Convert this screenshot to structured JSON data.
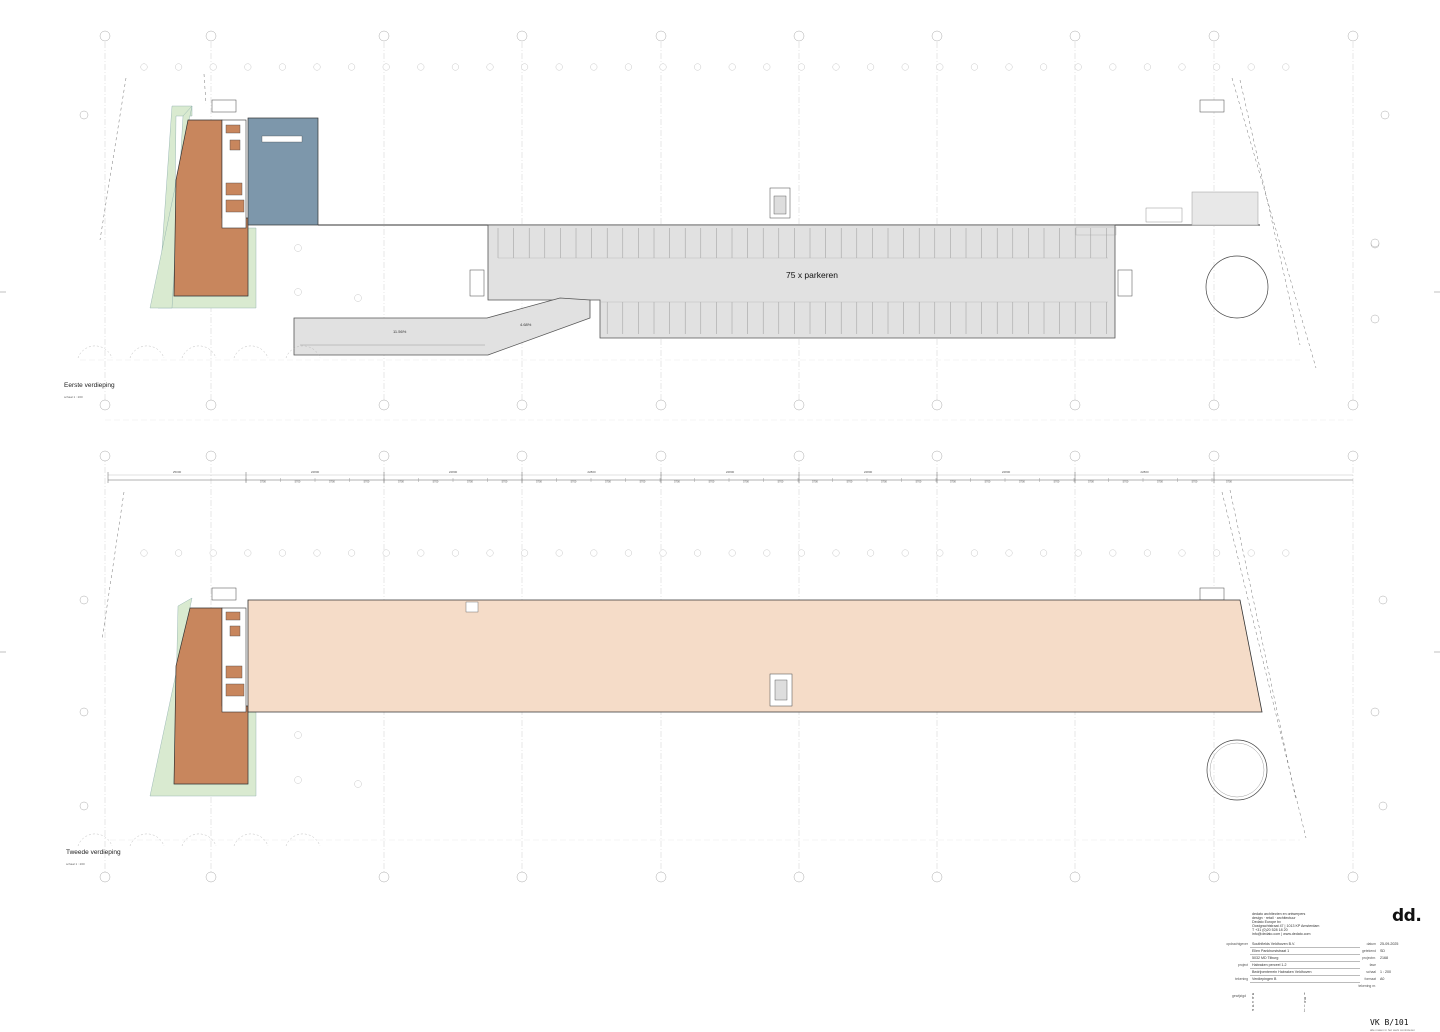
{
  "plans": [
    {
      "title": "Eerste verdieping",
      "scale": "schaal 1 : 200"
    },
    {
      "title": "Tweede verdieping",
      "scale": "schaal 1 : 200"
    }
  ],
  "parking": {
    "label": "75 x parkeren",
    "ramp_slope_1": "11.56%",
    "ramp_slope_2": "4.68%"
  },
  "dimensions": {
    "overall": [
      "25000",
      "22800",
      "22800",
      "22800",
      "22800",
      "22800",
      "22800",
      "22800"
    ],
    "module": "5700"
  },
  "colors": {
    "office": "#c8865d",
    "storage_blue": "#7d97ab",
    "parking_grey": "#e1e1e1",
    "hall_pink": "#f5dcc8",
    "green_strip": "#d9ead0",
    "grid_line": "#cfcfcf"
  },
  "titleblock": {
    "logo": "dd.",
    "firm_lines": [
      "dedato architecten en ontwerpers",
      "design · retail · architectuur",
      "Dedato Europe bv",
      "Oostgrachtstraat 47 | 1013 KP Amsterdam",
      "T +31 (0)20 528 18 20",
      "info@dedato.com | www.dedato.com"
    ],
    "rows": [
      {
        "key": "opdrachtgever",
        "value": "Southfields Veldhoven B.V."
      },
      {
        "key": "",
        "value": "Ellen Pankhurststraat 1"
      },
      {
        "key": "",
        "value": "5032 MD Tilburg"
      },
      {
        "key": "project",
        "value": "Habraken perceel 1-2"
      },
      {
        "key": "",
        "value": "Bedrijventerrein Habraken Veldhoven"
      },
      {
        "key": "tekening",
        "value": "Verdiepingen B"
      }
    ],
    "meta": [
      {
        "key": "datum",
        "value": "25-09-2025"
      },
      {
        "key": "getekend",
        "value": "SD"
      },
      {
        "key": "projectnr.",
        "value": "2168"
      },
      {
        "key": "fase",
        "value": ""
      },
      {
        "key": "schaal",
        "value": "1 : 200"
      },
      {
        "key": "formaat",
        "value": "A0"
      },
      {
        "key": "tekening nr.",
        "value": ""
      }
    ],
    "revision_key": "gewijzigd",
    "revisions": [
      "a",
      "b",
      "c",
      "d",
      "e",
      "f",
      "g",
      "h",
      "i",
      "j"
    ],
    "sheet_number": "VK B/101",
    "disclaimer": "alle maten in het werk controleren"
  }
}
